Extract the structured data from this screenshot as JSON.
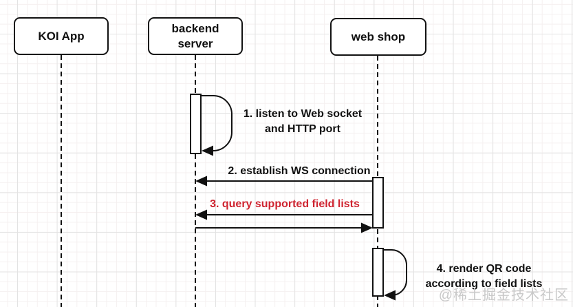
{
  "diagram": {
    "type": "uml-sequence-diagram",
    "actors": [
      {
        "label": "KOI App",
        "lines": [
          "KOI App"
        ]
      },
      {
        "label": "backend server",
        "lines": [
          "backend",
          "server"
        ]
      },
      {
        "label": "web shop",
        "lines": [
          "web shop"
        ]
      }
    ],
    "messages": [
      {
        "num": 1,
        "label": "1. listen to Web socket and HTTP port",
        "lines": [
          "1. listen to Web socket",
          "and HTTP port"
        ],
        "type": "self-message",
        "actor": "backend server",
        "color": "#111111"
      },
      {
        "num": 2,
        "label": "2. establish WS connection",
        "lines": [
          "2. establish WS connection"
        ],
        "type": "message",
        "from": "web shop",
        "to": "backend server",
        "color": "#111111"
      },
      {
        "num": 3,
        "label": "3. query supported field lists",
        "lines": [
          "3. query supported field lists"
        ],
        "type": "message-with-response",
        "from": "web shop",
        "to": "backend server",
        "color": "#cf2430"
      },
      {
        "num": 4,
        "label": "4. render QR code according to field lists",
        "lines": [
          "4. render QR code",
          "according to field lists"
        ],
        "type": "self-message",
        "actor": "web shop",
        "color": "#111111"
      }
    ],
    "watermark": "@稀土掘金技术社区",
    "colors": {
      "line": "#111111",
      "highlight_red": "#cf2430",
      "grid_minor": "#f5f0f0",
      "grid_major": "#e3e3e3",
      "background": "#ffffff",
      "watermark_gray": "#c9c9c9"
    }
  }
}
